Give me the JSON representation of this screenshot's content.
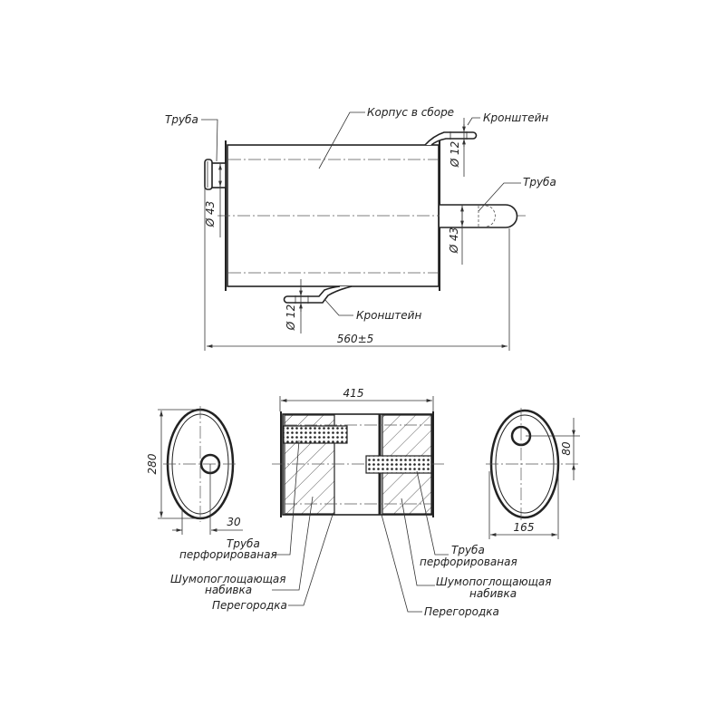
{
  "top_view": {
    "labels": {
      "inlet_pipe": "Труба",
      "housing": "Корпус в сборе",
      "bracket_top": "Кронштейн",
      "outlet_pipe": "Труба",
      "bracket_bottom": "Кронштейн"
    },
    "dimensions": {
      "inlet_diameter": "Ø 43",
      "outlet_diameter": "Ø 43",
      "bracket_top_diameter": "Ø 12",
      "bracket_bottom_diameter": "Ø 12",
      "overall_length": "560±5"
    }
  },
  "section_view": {
    "dimensions": {
      "body_length": "415",
      "height": "280",
      "inlet_offset": "30",
      "width": "165",
      "outlet_offset": "80"
    },
    "labels_left": {
      "perforated_pipe_1": "Труба",
      "perforated_pipe_2": "перфорированая",
      "absorber_1": "Шумопоглощающая",
      "absorber_2": "набивка",
      "partition": "Перегородка"
    },
    "labels_right": {
      "perforated_pipe_1": "Труба",
      "perforated_pipe_2": "перфорированая",
      "absorber_1": "Шумопоглощающая",
      "absorber_2": "набивка",
      "partition": "Перегородка"
    }
  }
}
